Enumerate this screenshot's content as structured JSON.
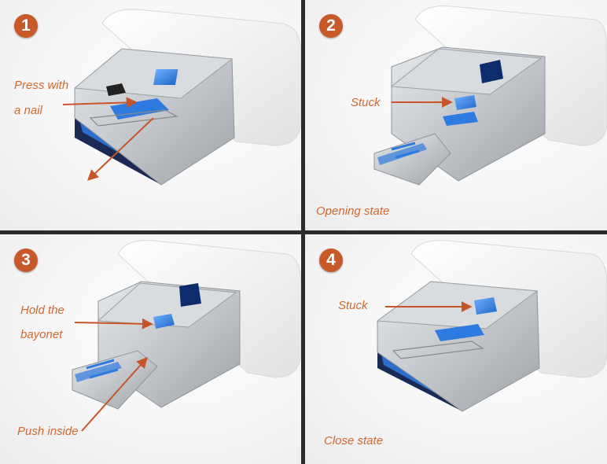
{
  "colors": {
    "accent": "#c85a2a",
    "label_text": "#d0692e",
    "arrow": "#c8552a",
    "connector_blue": "#2d7be0",
    "metal": "#bfc3c7",
    "divider": "#2b2b2b"
  },
  "panels": [
    {
      "number": "1",
      "labels": [
        "Press with",
        "a nail"
      ],
      "state": ""
    },
    {
      "number": "2",
      "labels": [
        "Stuck"
      ],
      "state": "Opening state"
    },
    {
      "number": "3",
      "labels": [
        "Hold the",
        "bayonet",
        "Push inside"
      ],
      "state": ""
    },
    {
      "number": "4",
      "labels": [
        "Stuck"
      ],
      "state": "Close state"
    }
  ]
}
